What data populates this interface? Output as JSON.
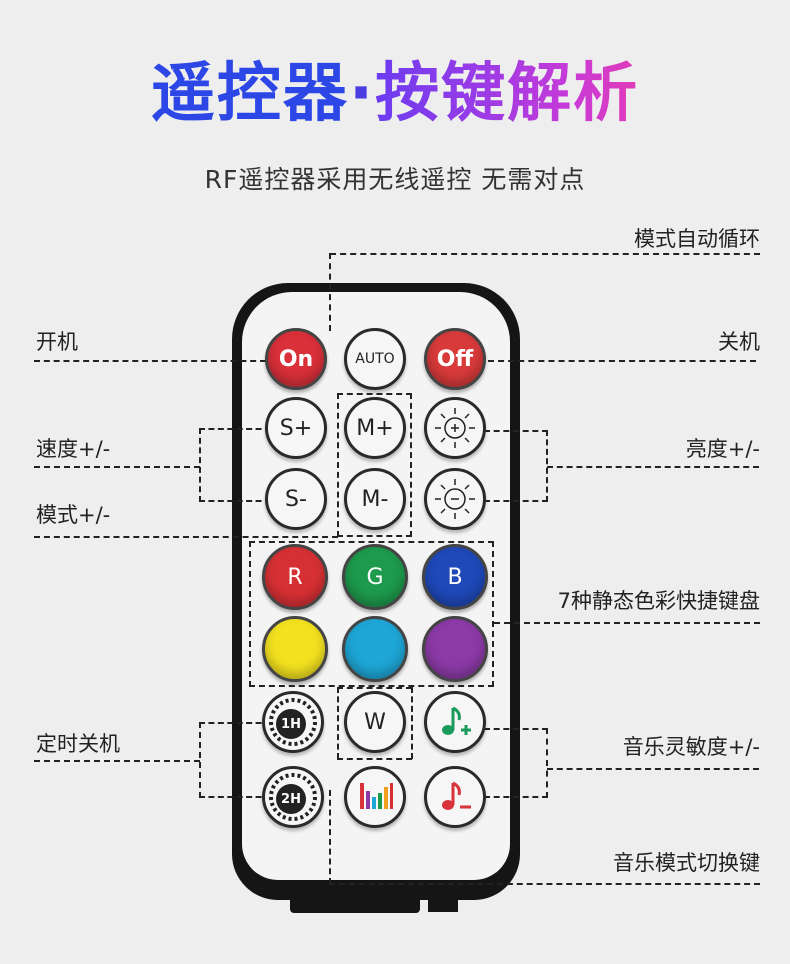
{
  "title": {
    "part1": "遥控器",
    "dot": "·",
    "part2": "按键解析"
  },
  "subtitle": "RF遥控器采用无线遥控 无需对点",
  "labels": {
    "auto_cycle": "模式自动循环",
    "power_on": "开机",
    "power_off": "关机",
    "speed": "速度+/-",
    "brightness": "亮度+/-",
    "mode": "模式+/-",
    "static_colors": "7种静态色彩快捷键盘",
    "timer_off": "定时关机",
    "music_sensitivity": "音乐灵敏度+/-",
    "music_mode": "音乐模式切换键"
  },
  "buttons": {
    "on": "On",
    "auto": "AUTO",
    "off": "Off",
    "speed_up": "S+",
    "mode_up": "M+",
    "speed_down": "S-",
    "mode_down": "M-",
    "red": "R",
    "green": "G",
    "blue": "B",
    "timer_1h": "1H",
    "white": "W",
    "timer_2h": "2H"
  },
  "colors": {
    "on_button": "#d9303a",
    "off_button": "#d83a3a",
    "red": "#d63034",
    "green": "#1d9a4b",
    "blue": "#1f48b8",
    "yellow": "#f2e11f",
    "cyan": "#1ea6d6",
    "purple": "#8b3aa6",
    "music_green": "#1a9a5b",
    "music_red": "#d8323a",
    "title_blue": "#2c47e6",
    "title_magenta": "#e23bb8"
  },
  "icons": [
    "sun-plus-icon",
    "sun-minus-icon",
    "timer-1h-icon",
    "timer-2h-icon",
    "music-note-plus-icon",
    "music-note-minus-icon",
    "equalizer-icon"
  ]
}
